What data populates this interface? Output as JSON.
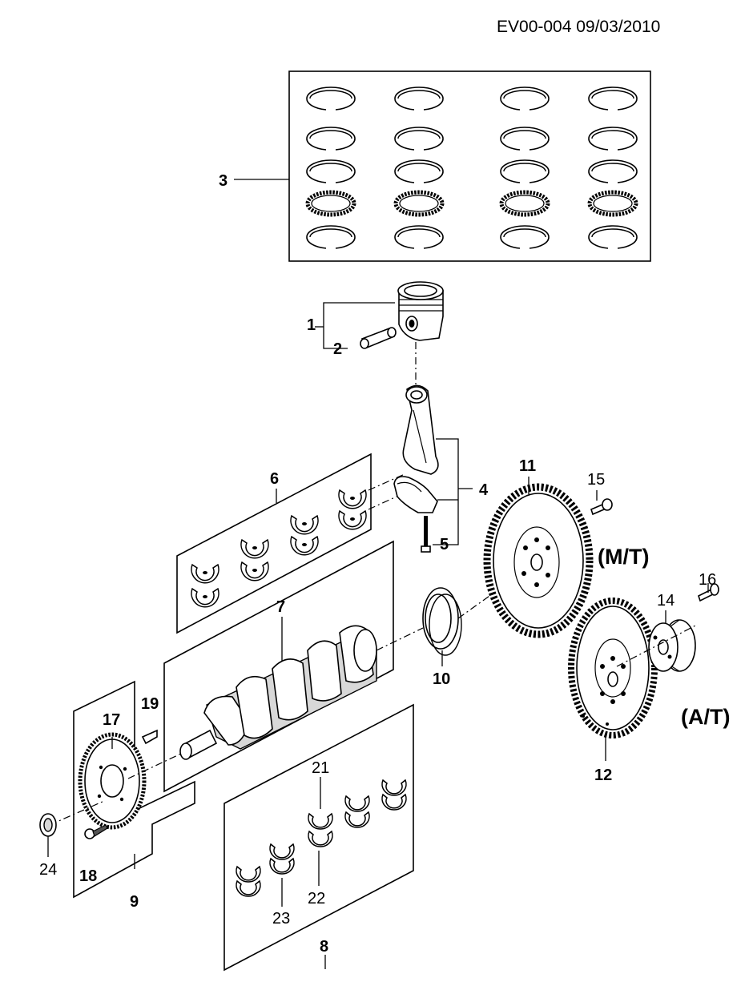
{
  "header": {
    "code": "EV00-004  09/03/2010"
  },
  "callouts": {
    "c1": "1",
    "c2": "2",
    "c3": "3",
    "c4": "4",
    "c5": "5",
    "c6": "6",
    "c7": "7",
    "c8": "8",
    "c9": "9",
    "c10": "10",
    "c11": "11",
    "c12": "12",
    "c14": "14",
    "c15": "15",
    "c16": "16",
    "c17": "17",
    "c18": "18",
    "c19": "19",
    "c21": "21",
    "c22": "22",
    "c23": "23",
    "c24": "24"
  },
  "variants": {
    "manual": "(M/T)",
    "automatic": "(A/T)"
  }
}
